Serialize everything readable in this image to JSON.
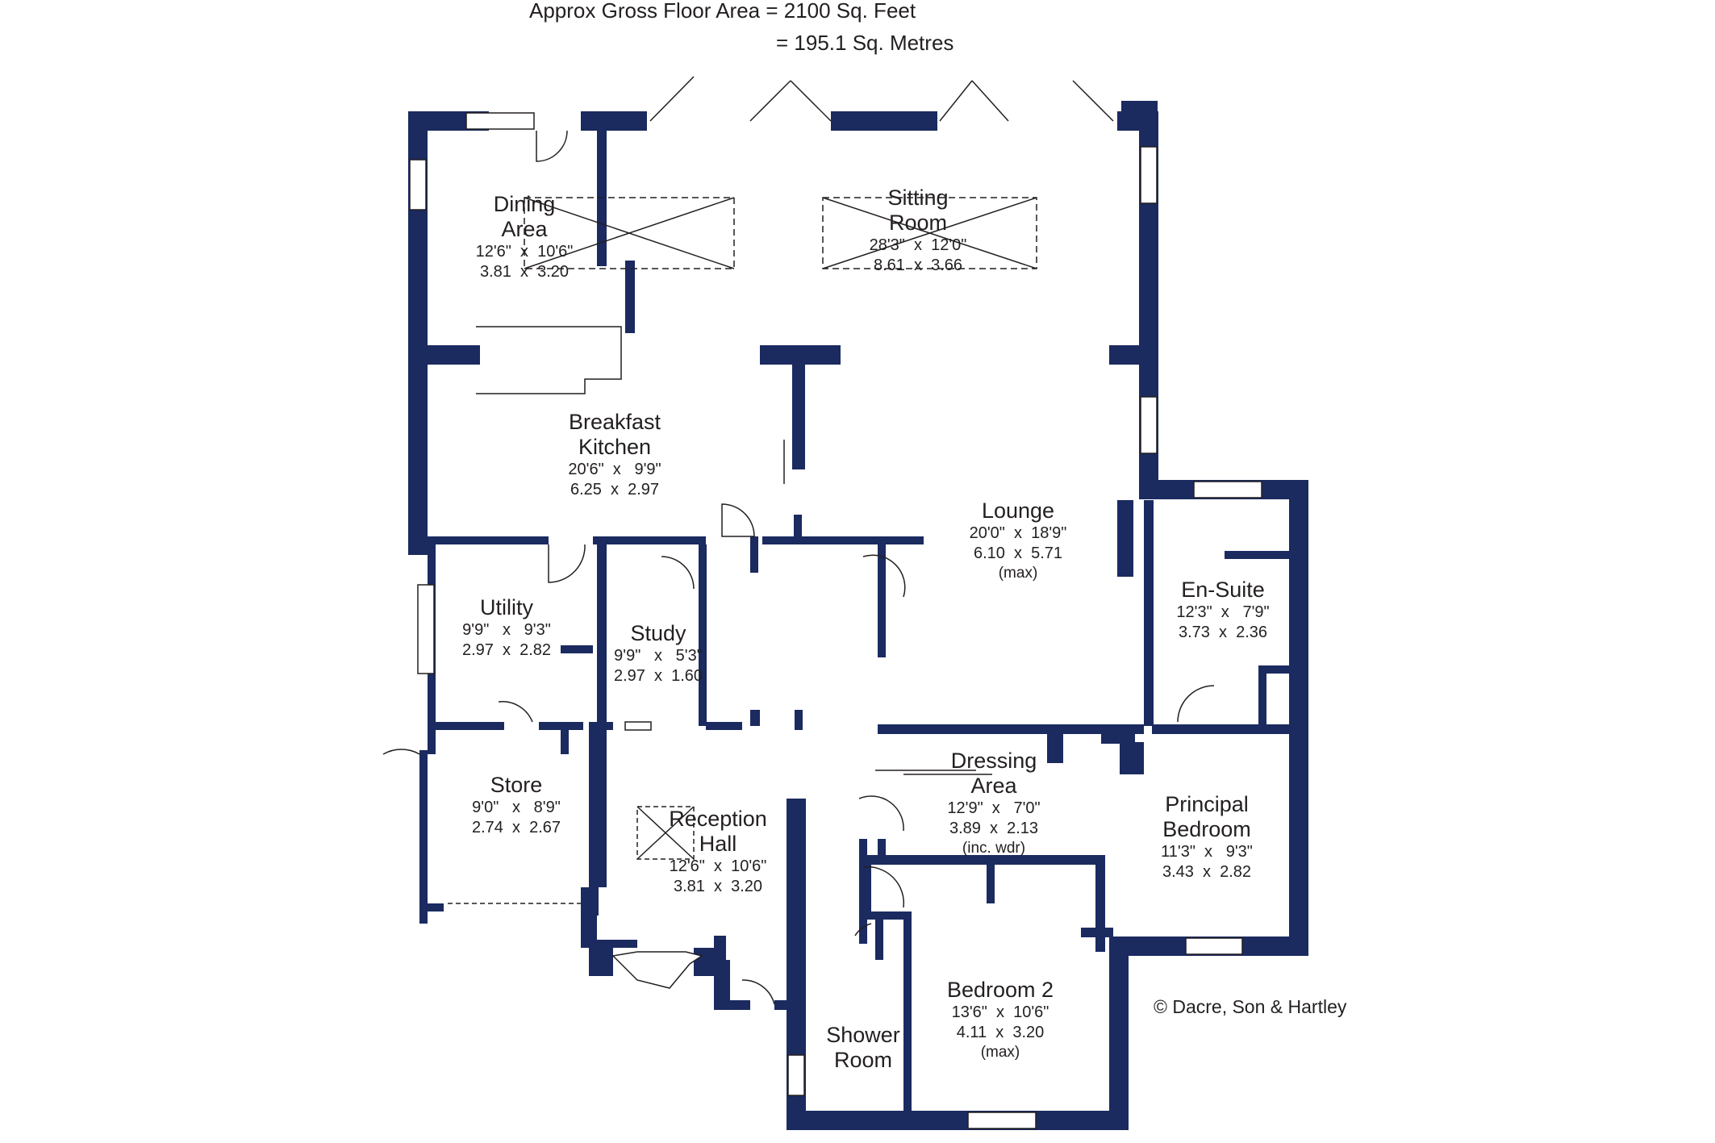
{
  "header": {
    "area_line1": "Approx Gross Floor Area  =  2100  Sq. Feet",
    "area_line2": "=  195.1  Sq. Metres"
  },
  "colors": {
    "wall": "#1b2a5f",
    "line": "#231f20",
    "background": "#ffffff"
  },
  "rooms": {
    "dining": {
      "name": "Dining\nArea",
      "imperial": "12'6\"  x  10'6\"",
      "metric": "3.81  x  3.20"
    },
    "sitting": {
      "name": "Sitting\nRoom",
      "imperial": "28'3\"  x  12'0\"",
      "metric": "8.61  x  3.66"
    },
    "kitchen": {
      "name": "Breakfast\nKitchen",
      "imperial": "20'6\"  x   9'9\"",
      "metric": "6.25  x  2.97"
    },
    "lounge": {
      "name": "Lounge",
      "imperial": "20'0\"  x  18'9\"",
      "metric": "6.10  x  5.71",
      "note": "(max)"
    },
    "ensuite": {
      "name": "En-Suite",
      "imperial": "12'3\"  x   7'9\"",
      "metric": "3.73  x  2.36"
    },
    "utility": {
      "name": "Utility",
      "imperial": "9'9\"   x   9'3\"",
      "metric": "2.97  x  2.82"
    },
    "study": {
      "name": "Study",
      "imperial": "9'9\"   x   5'3\"",
      "metric": "2.97  x  1.60"
    },
    "dressing": {
      "name": "Dressing\nArea",
      "imperial": "12'9\"  x   7'0\"",
      "metric": "3.89  x  2.13",
      "note": "(inc. wdr)"
    },
    "store": {
      "name": "Store",
      "imperial": "9'0\"   x   8'9\"",
      "metric": "2.74  x  2.67"
    },
    "reception": {
      "name": "Reception\nHall",
      "imperial": "12'6\"  x  10'6\"",
      "metric": "3.81  x  3.20"
    },
    "principal": {
      "name": "Principal\nBedroom",
      "imperial": "11'3\"  x   9'3\"",
      "metric": "3.43  x  2.82"
    },
    "bedroom2": {
      "name": "Bedroom 2",
      "imperial": "13'6\"  x  10'6\"",
      "metric": "4.11  x  3.20",
      "note": "(max)"
    },
    "shower": {
      "name": "Shower\nRoom"
    }
  },
  "copyright": "© Dacre, Son & Hartley"
}
